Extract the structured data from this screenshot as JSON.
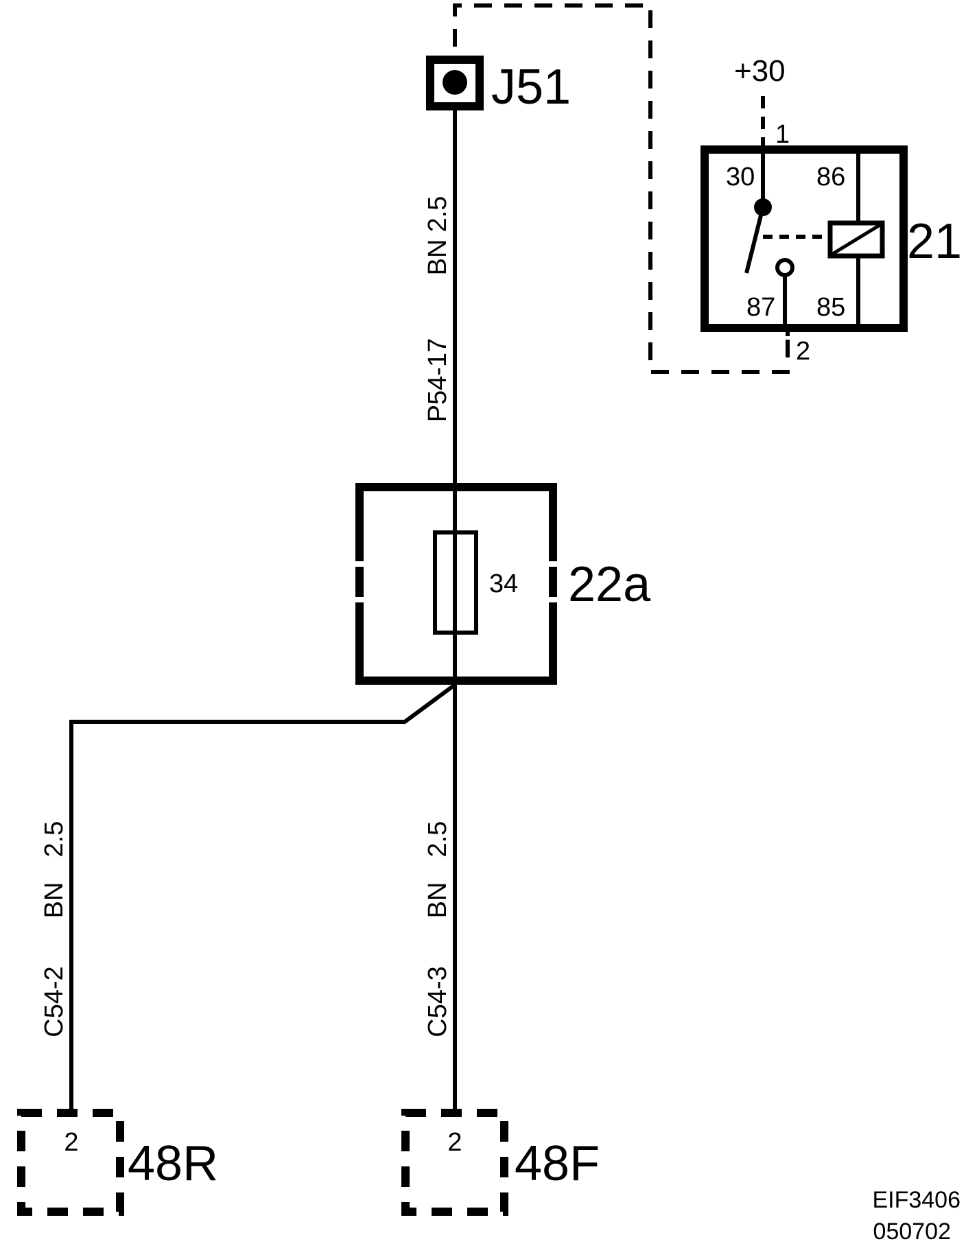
{
  "components": {
    "junction": {
      "label": "J51"
    },
    "relay": {
      "label": "21",
      "supply": "+30",
      "pin_top": "1",
      "pin_bottom": "2",
      "terminals": {
        "t30": "30",
        "t86": "86",
        "t87": "87",
        "t85": "85"
      }
    },
    "fuse_box": {
      "label": "22a",
      "fuse_number": "34"
    },
    "connector_rear": {
      "label": "48R",
      "pin": "2"
    },
    "connector_front": {
      "label": "48F",
      "pin": "2"
    }
  },
  "wires": {
    "upper": {
      "gauge": "2.5",
      "color": "BN",
      "circuit": "P54-17"
    },
    "rear": {
      "gauge": "2.5",
      "color": "BN",
      "circuit": "C54-2"
    },
    "front": {
      "gauge": "2.5",
      "color": "BN",
      "circuit": "C54-3"
    }
  },
  "footer": {
    "code": "EIF3406",
    "date": "050702"
  }
}
